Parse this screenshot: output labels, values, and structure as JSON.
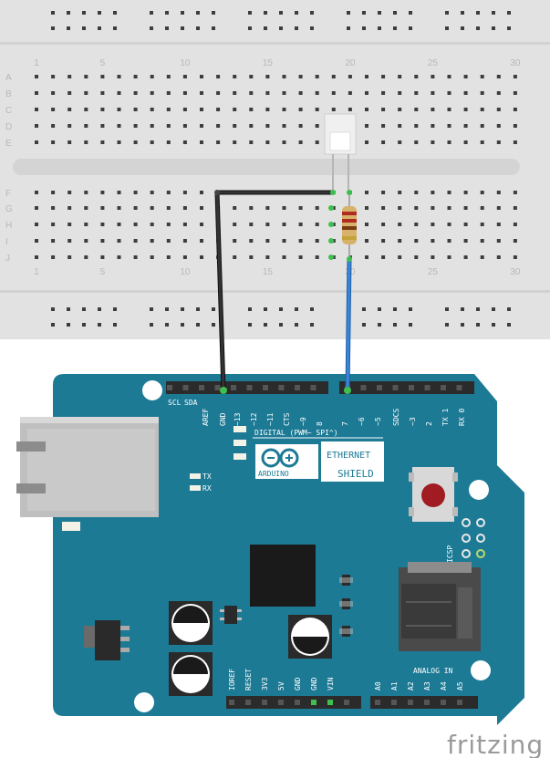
{
  "breadboard": {
    "column_numbers": [
      "1",
      "5",
      "10",
      "15",
      "20",
      "25",
      "30"
    ],
    "top_rows": [
      "A",
      "B",
      "C",
      "D",
      "E"
    ],
    "bottom_rows": [
      "F",
      "G",
      "H",
      "I",
      "J"
    ]
  },
  "shield": {
    "top_header_labels": [
      "SCL",
      "SDA",
      "AREF",
      "GND",
      "~13",
      "~12",
      "~11",
      "CTS",
      "~9",
      "8",
      "7",
      "~6",
      "~5",
      "SDCS",
      "~3",
      "2",
      "TX 1",
      "RX 0"
    ],
    "digital_label": "DIGITAL (PWM~ SPI^)",
    "logo_text": "ARDUINO",
    "title_line1": "ETHERNET",
    "title_line2": "SHIELD",
    "tx_label": "TX",
    "rx_label": "RX",
    "icsp_label": "ICSP",
    "power_labels": [
      "IOREF",
      "RESET",
      "3V3",
      "5V",
      "GND",
      "GND",
      "VIN"
    ],
    "analog_labels": [
      "A0",
      "A1",
      "A2",
      "A3",
      "A4",
      "A5"
    ],
    "analog_in_label": "ANALOG IN"
  },
  "colors": {
    "board": "#1d7a95",
    "breadboard": "#e2e2e2",
    "gnd_wire": "#222222",
    "signal_wire": "#3a7fd0"
  },
  "watermark": "fritzing"
}
